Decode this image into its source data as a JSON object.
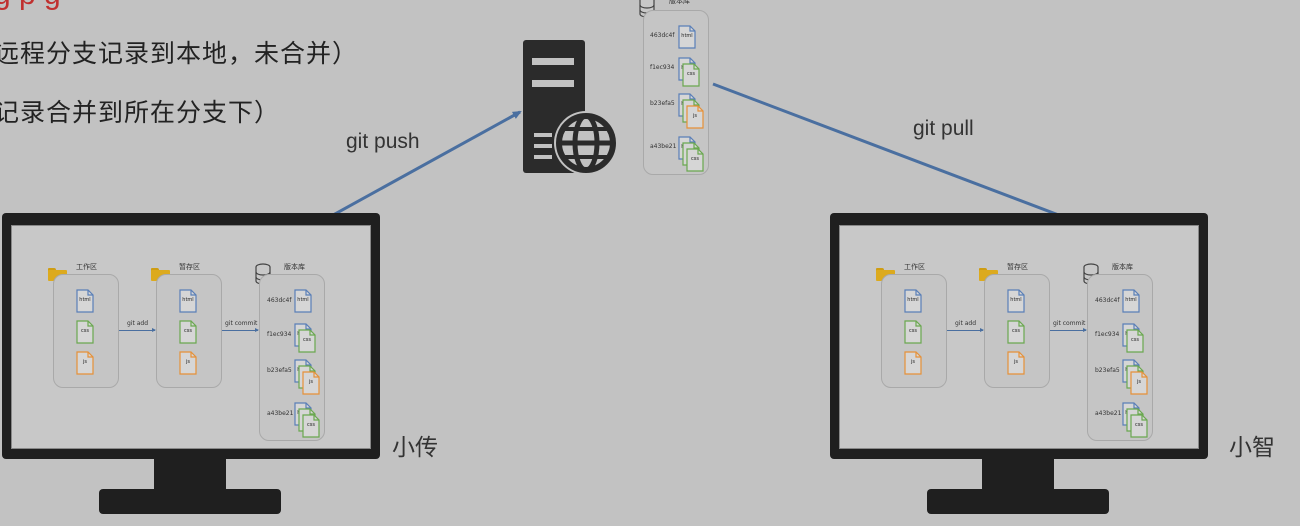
{
  "heading": {
    "top_fragment": "g p      g         ",
    "line1": "远程分支记录到本地，未合并）",
    "line2": "记录合并到所在分支下）"
  },
  "arrows": {
    "push": "git push",
    "pull": "git pull"
  },
  "people": {
    "left": "小传",
    "right": "小智"
  },
  "workspace": {
    "work_area": "工作区",
    "staging_area": "暂存区",
    "repository": "版本库",
    "add": "git add",
    "commit": "git commit",
    "files": [
      "html",
      "css",
      "js"
    ],
    "commits": [
      {
        "id": "463dc4f",
        "files": [
          "html"
        ]
      },
      {
        "id": "f1ec934",
        "files": [
          "html",
          "css"
        ]
      },
      {
        "id": "b23efa5",
        "files": [
          "html",
          "css",
          "js"
        ]
      },
      {
        "id": "a43be21",
        "files": [
          "html",
          "css",
          "css"
        ]
      }
    ]
  },
  "remote": {
    "repository": "版本库",
    "commits": [
      {
        "id": "463dc4f",
        "files": [
          "html"
        ]
      },
      {
        "id": "f1ec934",
        "files": [
          "html",
          "css"
        ]
      },
      {
        "id": "b23efa5",
        "files": [
          "html",
          "css",
          "js"
        ]
      },
      {
        "id": "a43be21",
        "files": [
          "html",
          "css",
          "css"
        ]
      }
    ]
  },
  "colors": {
    "background": "#c2c2c2",
    "accent_red": "#c0302f",
    "arrow_blue": "#4a6fa0",
    "html_file": "#5a7fb8",
    "css_file": "#6aa84f",
    "js_file": "#e69138",
    "folder": "#dcaa1e",
    "monitor": "#1f1f1f"
  },
  "icons": [
    "server-globe-icon",
    "database-icon",
    "folder-icon",
    "file-icon"
  ]
}
